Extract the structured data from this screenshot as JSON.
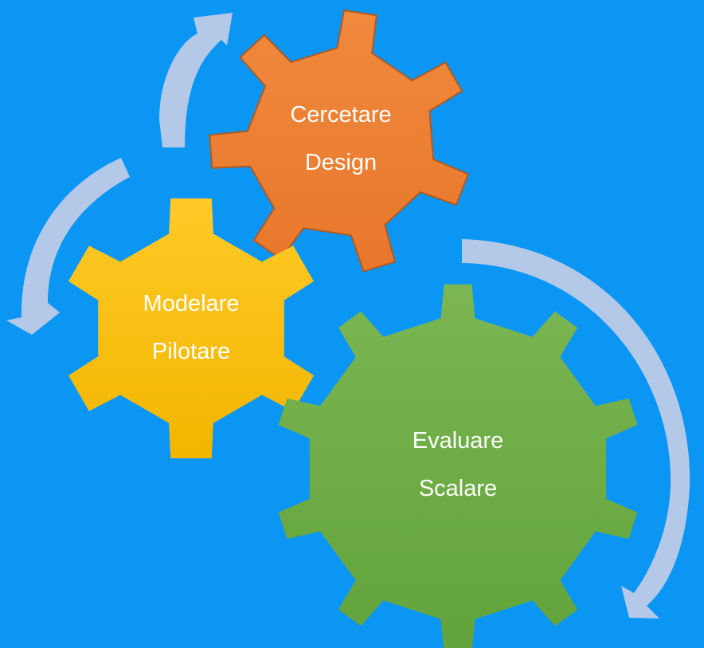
{
  "colors": {
    "background": "#0b96f4",
    "arrow": "#b4c9e8",
    "gear_research": "#ed7d31",
    "gear_modeling": "#ffc000",
    "gear_evaluation": "#70ad47",
    "gear_outline": "#ae5a21"
  },
  "gears": {
    "research": {
      "line1": "Cercetare",
      "line2": "Design"
    },
    "modeling": {
      "line1": "Modelare",
      "line2": "Pilotare"
    },
    "evaluation": {
      "line1": "Evaluare",
      "line2": "Scalare"
    }
  },
  "arrows": [
    {
      "name": "arrow-to-research",
      "direction": "up"
    },
    {
      "name": "arrow-to-modeling",
      "direction": "down-left"
    },
    {
      "name": "arrow-to-evaluation",
      "direction": "down"
    }
  ]
}
